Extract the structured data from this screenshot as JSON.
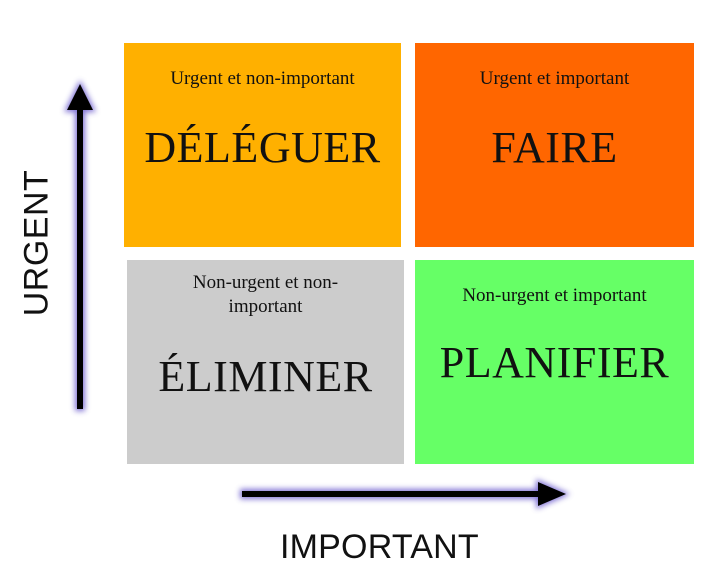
{
  "quadrants": {
    "delegate": {
      "subtitle": "Urgent et non-important",
      "action": "DÉLÉGUER",
      "color": "#FFB000"
    },
    "do": {
      "subtitle": "Urgent et important",
      "action": "FAIRE",
      "color": "#FF6600"
    },
    "eliminate": {
      "subtitle": "Non-urgent et non-important",
      "action": "ÉLIMINER",
      "color": "#CCCCCC"
    },
    "plan": {
      "subtitle": "Non-urgent et important",
      "action": "PLANIFIER",
      "color": "#66FF66"
    }
  },
  "axes": {
    "vertical_label": "URGENT",
    "horizontal_label": "IMPORTANT",
    "arrow_color": "#000000",
    "arrow_glow_color": "#6A5ACD"
  }
}
